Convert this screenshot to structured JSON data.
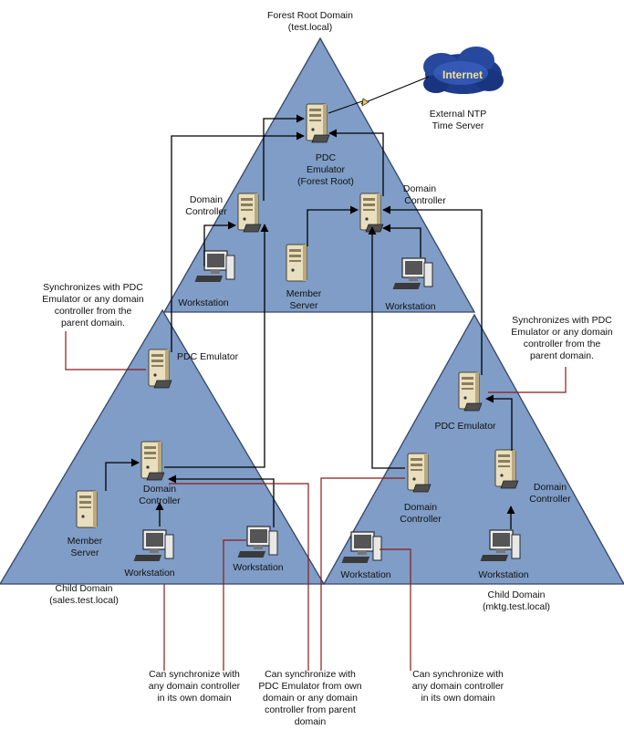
{
  "forest_root": {
    "title": "Forest Root Domain",
    "subtitle": "(test.local)"
  },
  "internet": {
    "label": "Internet"
  },
  "ntp": {
    "line1": "External NTP",
    "line2": "Time Server"
  },
  "root": {
    "pdc_line1": "PDC",
    "pdc_line2": "Emulator",
    "pdc_line3": "(Forest Root)",
    "dc_left_line1": "Domain",
    "dc_left_line2": "Controller",
    "dc_right_line1": "Domain",
    "dc_right_line2": "Controller",
    "member_line1": "Member",
    "member_line2": "Server",
    "ws_left": "Workstation",
    "ws_right": "Workstation"
  },
  "sales": {
    "pdc": "PDC Emulator",
    "dc_line1": "Domain",
    "dc_line2": "Controller",
    "member_line1": "Member",
    "member_line2": "Server",
    "ws_left": "Workstation",
    "ws_right": "Workstation",
    "name_line1": "Child Domain",
    "name_line2": "(sales.test.local)"
  },
  "mktg": {
    "pdc": "PDC Emulator",
    "dc_left_line1": "Domain",
    "dc_left_line2": "Controller",
    "dc_right_line1": "Domain",
    "dc_right_line2": "Controller",
    "ws_left": "Workstation",
    "ws_right": "Workstation",
    "name_line1": "Child Domain",
    "name_line2": "(mktg.test.local)"
  },
  "notes": {
    "sales_sync": [
      "Synchronizes with PDC",
      "Emulator or any domain",
      "controller from the",
      "parent domain."
    ],
    "mktg_sync": [
      "Synchronizes with PDC",
      "Emulator or any domain",
      "controller from the",
      "parent domain."
    ],
    "ws_sync_sales": [
      "Can synchronize with",
      "any domain controller",
      "in its own domain"
    ],
    "dc_sync": [
      "Can synchronize with",
      "PDC Emulator from own",
      "domain or any domain",
      "controller from parent",
      "domain"
    ],
    "ws_sync_mktg": [
      "Can synchronize with",
      "any domain controller",
      "in its own domain"
    ]
  },
  "colors": {
    "triangle_fill": "#7f9dc6",
    "triangle_stroke": "#34456a",
    "arrow": "#000000",
    "callout": "#8b1a1a"
  }
}
